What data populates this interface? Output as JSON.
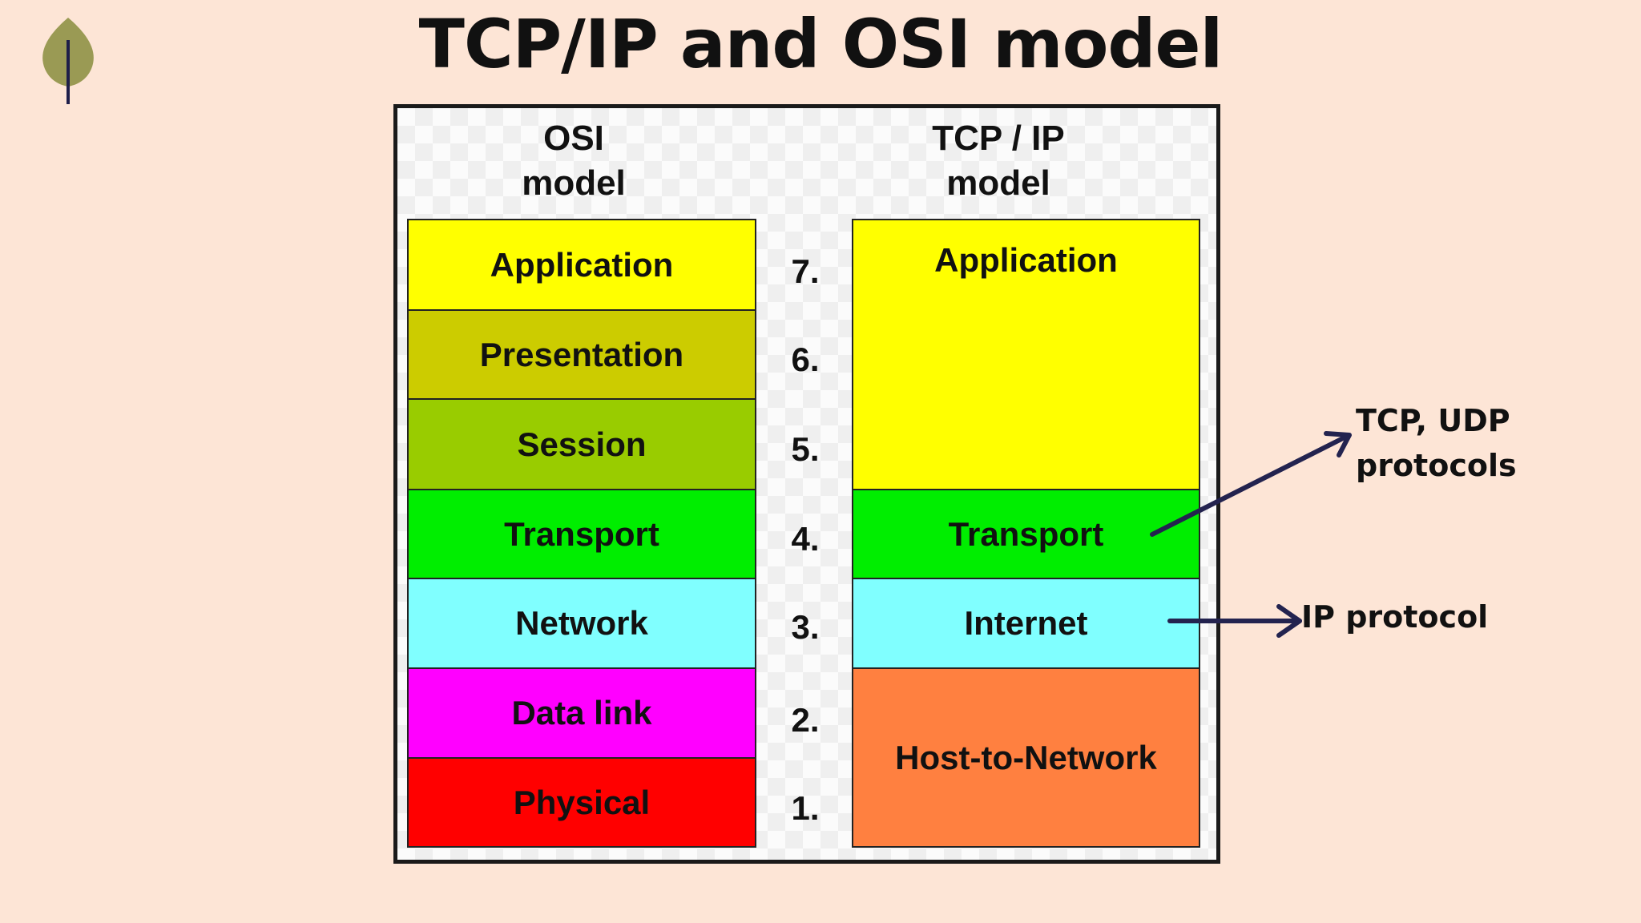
{
  "title": "TCP/IP and OSI model",
  "logo": {
    "icon": "leaf-icon",
    "color": "#9a9a54"
  },
  "osi": {
    "heading_line1": "OSI",
    "heading_line2": "model",
    "layers": [
      {
        "name": "Application",
        "color": "#ffff00"
      },
      {
        "name": "Presentation",
        "color": "#cccc00"
      },
      {
        "name": "Session",
        "color": "#99cc00"
      },
      {
        "name": "Transport",
        "color": "#00ee00"
      },
      {
        "name": "Network",
        "color": "#80ffff"
      },
      {
        "name": "Data link",
        "color": "#ff00ff"
      },
      {
        "name": "Physical",
        "color": "#ff0000"
      }
    ]
  },
  "layer_numbers": [
    "7.",
    "6.",
    "5.",
    "4.",
    "3.",
    "2.",
    "1."
  ],
  "tcpip": {
    "heading_line1": "TCP / IP",
    "heading_line2": "model",
    "layers": [
      {
        "name": "Application",
        "color": "#ffff00"
      },
      {
        "name": "Transport",
        "color": "#00ee00"
      },
      {
        "name": "Internet",
        "color": "#80ffff"
      },
      {
        "name": "Host-to-Network",
        "color": "#ff8040"
      }
    ]
  },
  "annotations": {
    "transport_line1": "TCP, UDP",
    "transport_line2": "protocols",
    "internet": "IP protocol",
    "arrow_color": "#23234f"
  }
}
